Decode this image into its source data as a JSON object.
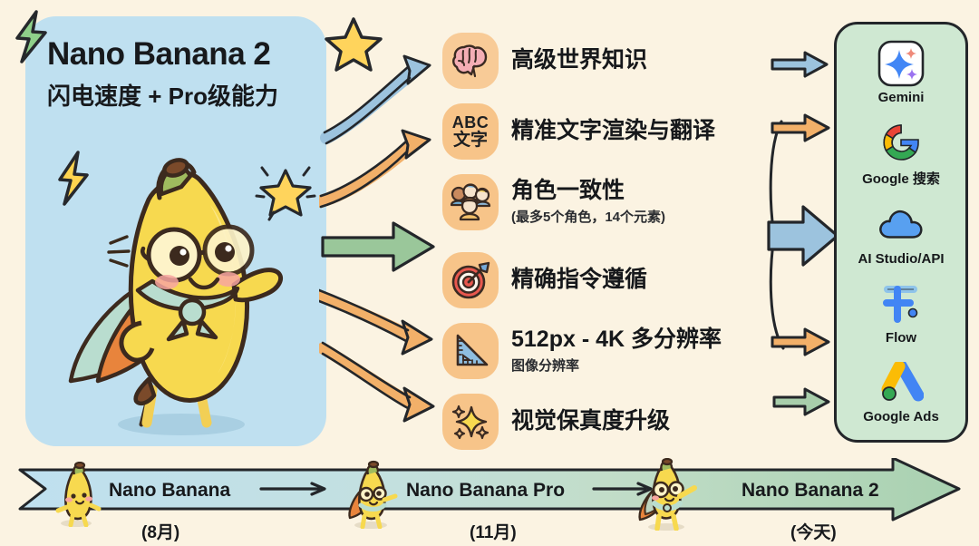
{
  "hero": {
    "title": "Nano Banana 2",
    "subtitle": "闪电速度 + Pro级能力",
    "card_color": "#bfe0f0",
    "background_color": "#fbf3e2"
  },
  "features": [
    {
      "icon": "brain-icon",
      "title": "高级世界知识",
      "subtitle": ""
    },
    {
      "icon": "abc-text-icon",
      "title": "精准文字渲染与翻译",
      "subtitle": "",
      "icon_text_top": "ABC",
      "icon_text_bottom": "文字"
    },
    {
      "icon": "people-group-icon",
      "title": "角色一致性",
      "subtitle": "(最多5个角色，14个元素)"
    },
    {
      "icon": "target-dart-icon",
      "title": "精确指令遵循",
      "subtitle": ""
    },
    {
      "icon": "ruler-triangle-icon",
      "title": "512px - 4K 多分辨率",
      "subtitle": "图像分辨率"
    },
    {
      "icon": "sparkle-icon",
      "title": "视觉保真度升级",
      "subtitle": ""
    }
  ],
  "left_arrows": [
    {
      "style": "curved-up",
      "color": "#9cc3de"
    },
    {
      "style": "curved-up",
      "color": "#f2b069"
    },
    {
      "style": "straight",
      "color": "#9ac79a"
    },
    {
      "style": "curved-down",
      "color": "#f2b069"
    },
    {
      "style": "curved-down",
      "color": "#f2b069"
    }
  ],
  "right_arrows": [
    {
      "color": "#9cc3de",
      "size": "small"
    },
    {
      "color": "#f2b069",
      "size": "small"
    },
    {
      "color": "#9cc3de",
      "size": "large"
    },
    {
      "color": "#f2b069",
      "size": "small"
    },
    {
      "color": "#a8ceab",
      "size": "small"
    }
  ],
  "products": [
    {
      "icon": "gemini-icon",
      "label": "Gemini"
    },
    {
      "icon": "google-g-icon",
      "label": "Google 搜索"
    },
    {
      "icon": "ai-studio-cloud-icon",
      "label": "AI Studio/API"
    },
    {
      "icon": "flow-icon",
      "label": "Flow"
    },
    {
      "icon": "google-ads-icon",
      "label": "Google Ads"
    }
  ],
  "panel": {
    "background_color": "#cfe8d2",
    "border_color": "#23262a"
  },
  "timeline": {
    "stages": [
      {
        "label": "Nano Banana",
        "date": "(8月)",
        "bar_color": "#bfe0f0"
      },
      {
        "label": "Nano Banana Pro",
        "date": "(11月)",
        "bar_color": "#c7dfd1"
      },
      {
        "label": "Nano Banana 2",
        "date": "(今天)",
        "bar_color": "#a9d1b0"
      }
    ]
  },
  "decorations": [
    {
      "name": "lightning-bolt-green",
      "color": "#8fd08a"
    },
    {
      "name": "lightning-bolt-yellow",
      "color": "#ffd54a"
    },
    {
      "name": "star-yellow-top",
      "color": "#ffd25b"
    },
    {
      "name": "star-yellow-mid",
      "color": "#ffd25b"
    }
  ]
}
